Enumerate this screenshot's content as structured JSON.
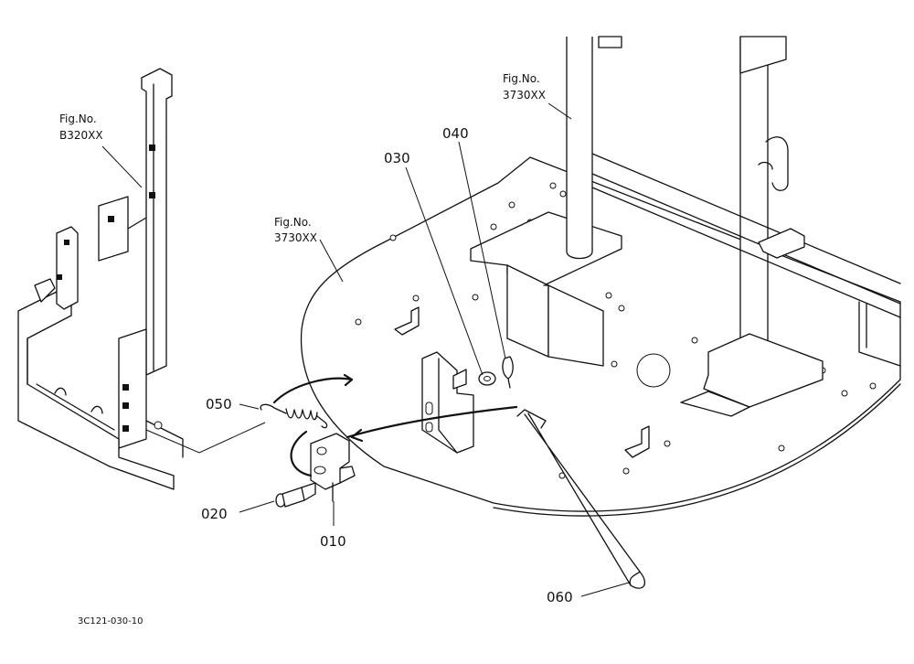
{
  "figure_refs": {
    "left": {
      "line1": "Fig.No.",
      "line2": "B320XX"
    },
    "center": {
      "line1": "Fig.No.",
      "line2": "3730XX"
    },
    "top": {
      "line1": "Fig.No.",
      "line2": "3730XX"
    }
  },
  "parts": {
    "p010": "010",
    "p020": "020",
    "p030": "030",
    "p040": "040",
    "p050": "050",
    "p060": "060"
  },
  "drawing_code": "3C121-030-10"
}
